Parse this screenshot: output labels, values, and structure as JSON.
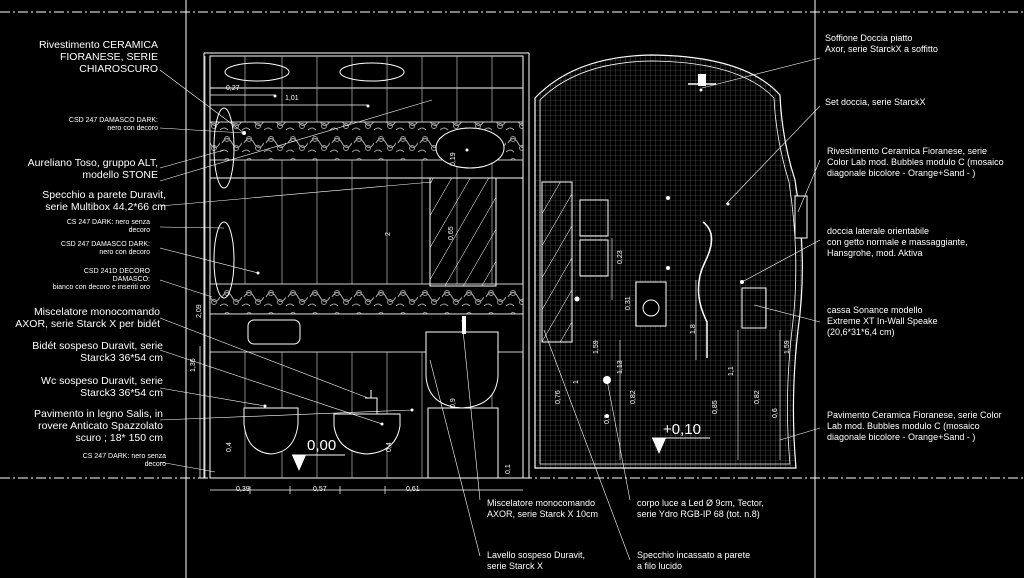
{
  "labels_left": [
    {
      "text": "Rivestimento CERAMICA\nFIORANESE, SERIE\nCHIAROSCURO",
      "size": "big"
    },
    {
      "text": "CSD 247 DAMASCO DARK:\nnero con decoro",
      "size": "sm"
    },
    {
      "text": "Aureliano Toso, gruppo ALT,\nmodello STONE",
      "size": "big"
    },
    {
      "text": "Specchio a parete Duravit,\nserie Multibox  44,2*66 cm",
      "size": "big"
    },
    {
      "text": "CS 247 DARK: nero senza\ndecoro",
      "size": "sm"
    },
    {
      "text": "CSD 247 DAMASCO DARK:\nnero con decoro",
      "size": "sm"
    },
    {
      "text": "CSD 241D DECORO\nDAMASCO:\nbianco con decoro e inseriti oro",
      "size": "sm"
    },
    {
      "text": "Miscelatore monocomando\nAXOR, serie Starck X per bidét",
      "size": "big"
    },
    {
      "text": "Bidét sospeso Duravit, serie\nStarck3 36*54 cm",
      "size": "big"
    },
    {
      "text": "Wc sospeso Duravit, serie\nStarck3 36*54 cm",
      "size": "big"
    },
    {
      "text": "Pavimento in legno Salis, in\nrovere Anticato Spazzolato\nscuro ; 18* 150 cm",
      "size": "big"
    },
    {
      "text": "CS 247 DARK: nero senza\ndecoro",
      "size": "sm"
    }
  ],
  "labels_right": [
    {
      "text": "Soffione Doccia piatto\nAxor, serie StarckX  a soffitto"
    },
    {
      "text": "Set doccia, serie StarckX"
    },
    {
      "text": "Rivestimento Ceramica Fioranese, serie\nColor Lab mod. Bubbles modulo C (mosaico\ndiagonale bicolore - Orange+Sand - )"
    },
    {
      "text": "doccia laterale orientabile\ncon getto normale e massaggiante,\nHansgrohe, mod. Aktiva"
    },
    {
      "text": "cassa  Sonance modello\nExtreme XT In-Wall Speake\n(20,6*31*6,4 cm)"
    },
    {
      "text": "Pavimento Ceramica Fioranese, serie Color\nLab mod. Bubbles modulo C (mosaico\ndiagonale bicolore - Orange+Sand - )"
    }
  ],
  "labels_bottom": [
    {
      "text": "Miscelatore monocomando\nAXOR, serie Starck X 10cm"
    },
    {
      "text": "corpo luce  a Led Ø 9cm, Tector,\nserie Ydro RGB-IP 68 (tot. n.8)"
    },
    {
      "text": "Lavello sospeso Duravit,\nserie Starck X"
    },
    {
      "text": "Specchio incassato a parete\na filo lucido"
    }
  ],
  "dimensions": {
    "d027": "0,27",
    "d101": "1,01",
    "d019": "0,19",
    "d2": "2",
    "d065": "0,65",
    "d209": "2,09",
    "d136": "1,36",
    "d04a": "0,4",
    "d04b": "0,4",
    "d09": "0,9",
    "d01": "0,1",
    "d039": "0,39",
    "d057": "0,57",
    "d061": "0,61",
    "d023": "0,23",
    "d031": "0,31",
    "d18": "1,8",
    "d159": "1,59",
    "d113": "1,13",
    "d1": "1",
    "d076": "0,76",
    "d05": "0,5",
    "d082": "0,82",
    "d085": "0,85",
    "d11": "1,1",
    "d082b": "0,82",
    "d06": "0,6",
    "d159b": "1,59"
  },
  "levels": {
    "left": "0,00",
    "right": "+0,10"
  },
  "colors": {
    "background": "#000000",
    "lines": "#ffffff",
    "hatch": "#8a8a8a",
    "grid": "#5a5a5a"
  }
}
